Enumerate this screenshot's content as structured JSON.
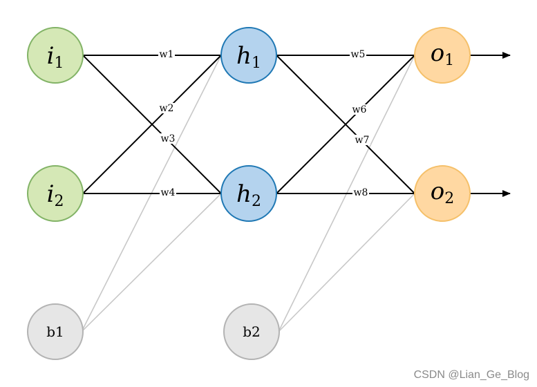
{
  "colors": {
    "input_fill": "#d5e8b6",
    "input_stroke": "#82b366",
    "hidden_fill": "#b4d3ee",
    "hidden_stroke": "#1f78b4",
    "output_fill": "#ffd8a2",
    "output_stroke": "#f5c06a",
    "bias_fill": "#e6e6e6",
    "bias_stroke": "#b3b3b3",
    "weight_edge": "#000000",
    "bias_edge": "#c8c8c8"
  },
  "nodes": {
    "i1": {
      "letter": "i",
      "sub": "1"
    },
    "i2": {
      "letter": "i",
      "sub": "2"
    },
    "h1": {
      "letter": "h",
      "sub": "1"
    },
    "h2": {
      "letter": "h",
      "sub": "2"
    },
    "o1": {
      "letter": "o",
      "sub": "1"
    },
    "o2": {
      "letter": "o",
      "sub": "2"
    },
    "b1": {
      "label": "b1"
    },
    "b2": {
      "label": "b2"
    }
  },
  "weights": {
    "w1": "w1",
    "w2": "w2",
    "w3": "w3",
    "w4": "w4",
    "w5": "w5",
    "w6": "w6",
    "w7": "w7",
    "w8": "w8"
  },
  "watermark": "CSDN @Lian_Ge_Blog"
}
